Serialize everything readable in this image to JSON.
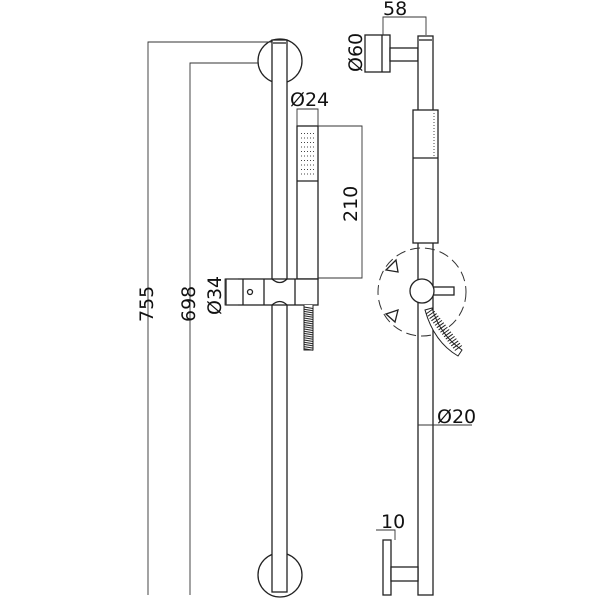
{
  "drawing": {
    "front_view": {
      "overall_height": "755",
      "bracket_spacing": "698",
      "hand_shower_diameter": "Ø24",
      "hand_shower_length": "210",
      "slider_diameter": "Ø34"
    },
    "side_view": {
      "projection": "58",
      "bracket_diameter": "Ø60",
      "rail_diameter": "Ø20",
      "bracket_thickness": "10"
    },
    "line_color": "#222222"
  }
}
